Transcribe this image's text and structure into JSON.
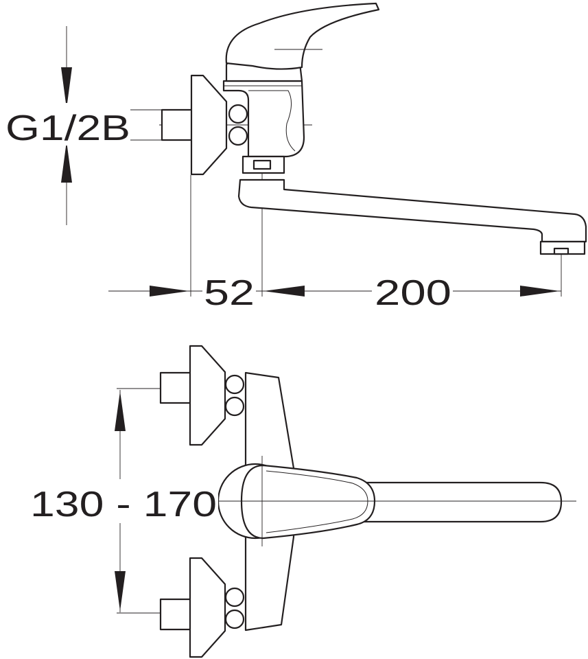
{
  "drawing": {
    "dimensions": {
      "thread": "G1/2B",
      "wall_offset": "52",
      "spout_reach": "200",
      "center_distance": "130 - 170"
    }
  }
}
